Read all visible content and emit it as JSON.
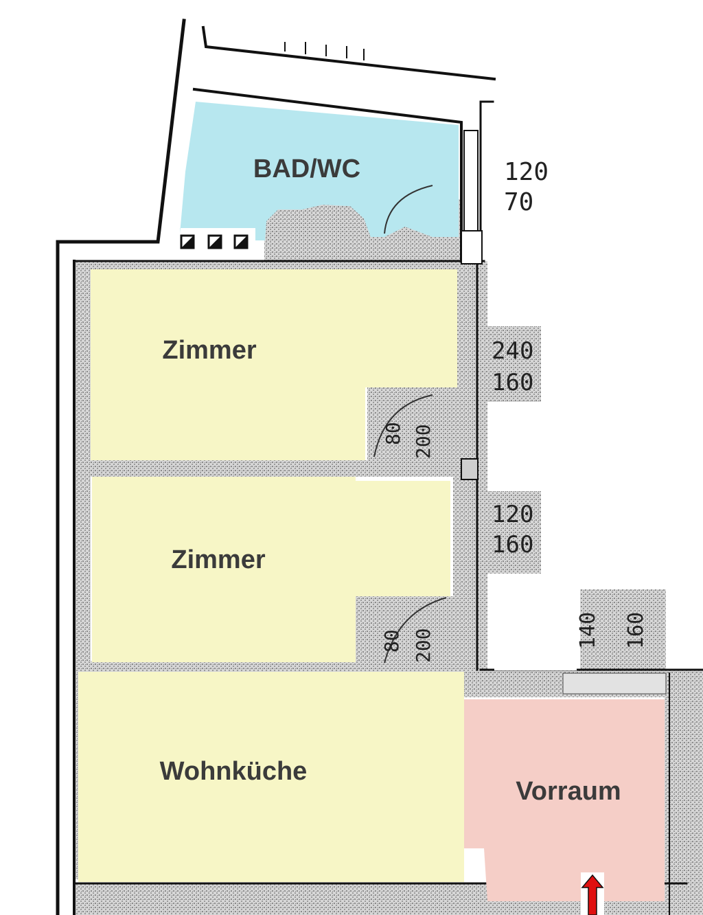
{
  "plan": {
    "rooms": [
      {
        "id": "bad-wc",
        "label": "BAD/WC"
      },
      {
        "id": "zimmer-1",
        "label": "Zimmer"
      },
      {
        "id": "zimmer-2",
        "label": "Zimmer"
      },
      {
        "id": "wohnkueche",
        "label": "Wohnküche"
      },
      {
        "id": "vorraum",
        "label": "Vorraum"
      }
    ],
    "window_dimensions": [
      {
        "id": "bad-window",
        "width": "120",
        "height": "70"
      },
      {
        "id": "zimmer1-window",
        "width": "240",
        "height": "160"
      },
      {
        "id": "zimmer2-window",
        "width": "120",
        "height": "160"
      },
      {
        "id": "vorraum-window",
        "width": "140",
        "height": "160"
      }
    ],
    "door_dimensions": [
      {
        "id": "zimmer1-door",
        "width": "80",
        "height": "200"
      },
      {
        "id": "zimmer2-door",
        "width": "80",
        "height": "200"
      }
    ],
    "entrance_arrow_icon": "up-arrow-icon",
    "colors": {
      "bathroom": "#b7e7ef",
      "living": "#f7f6c6",
      "hall": "#f5cec7",
      "wall": "#111111",
      "hatch": "#b8b8b8",
      "arrow": "#e01010"
    }
  }
}
